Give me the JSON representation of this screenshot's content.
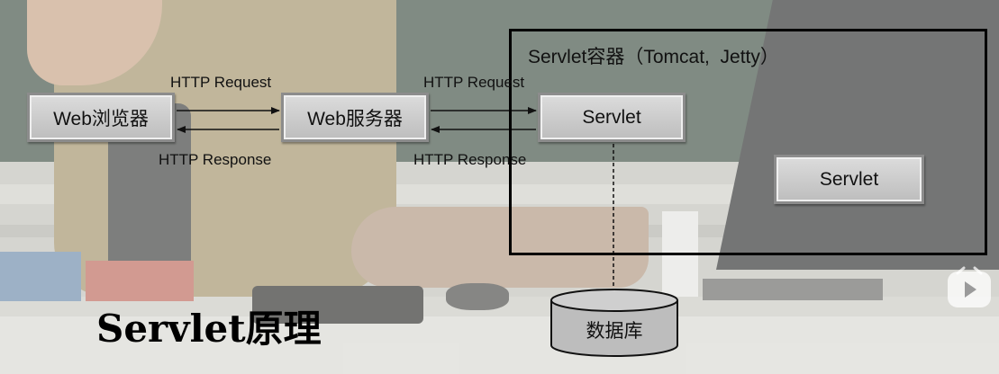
{
  "diagram": {
    "container_title": "Servlet容器（Tomcat,  Jetty）",
    "nodes": {
      "browser": "Web浏览器",
      "web_server": "Web服务器",
      "servlet_main": "Servlet",
      "servlet_second": "Servlet",
      "database": "数据库"
    },
    "edges": {
      "request_1": "HTTP Request",
      "response_1": "HTTP Response",
      "request_2": "HTTP Request",
      "response_2": "HTTP Response"
    },
    "title": "Servlet原理"
  },
  "colors": {
    "box_fill": "#cfcfcf",
    "box_border": "#8c8c8c",
    "container_border": "#000000",
    "text": "#111111"
  },
  "icons": {
    "video_overlay": "play-icon"
  }
}
